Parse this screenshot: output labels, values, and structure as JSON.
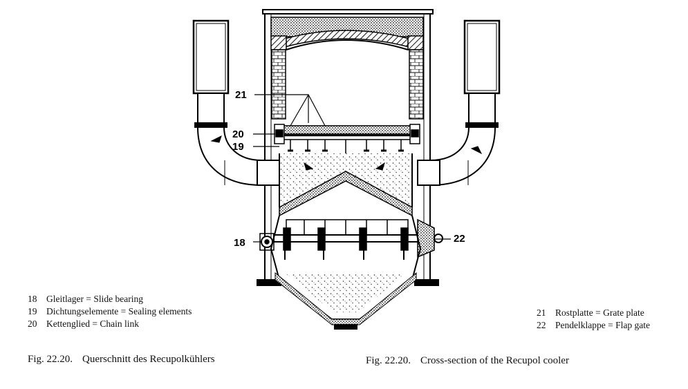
{
  "callouts": {
    "c21": "21",
    "c20": "20",
    "c19": "19",
    "c18": "18",
    "c22": "22"
  },
  "legend_left": [
    {
      "num": "18",
      "text": "Gleitlager = Slide bearing"
    },
    {
      "num": "19",
      "text": "Dichtungselemente = Sealing elements"
    },
    {
      "num": "20",
      "text": "Kettenglied = Chain link"
    }
  ],
  "legend_right": [
    {
      "num": "21",
      "text": "Rostplatte = Grate plate"
    },
    {
      "num": "22",
      "text": "Pendelklappe = Flap gate"
    }
  ],
  "caption_left": {
    "fig": "Fig. 22.20.",
    "text": "Querschnitt des Recupolkühlers"
  },
  "caption_right": {
    "fig": "Fig. 22.20.",
    "text": "Cross-section of the Recupol cooler"
  }
}
